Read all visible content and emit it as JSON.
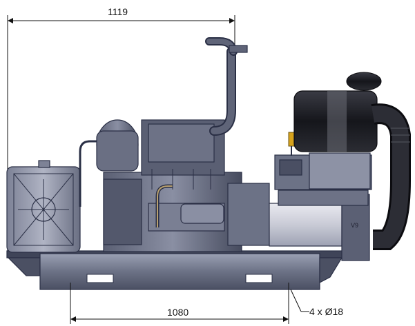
{
  "drawing": {
    "dimensions": {
      "overall_length": "1119",
      "mounting_spacing": "1080",
      "mounting_holes": "4 x Ø18"
    },
    "colors": {
      "frame": "#6c7286",
      "frame_dark": "#3f4458",
      "engine": "#4a4f63",
      "air_intake": "#1e1f25",
      "outline": "#2a2f45",
      "accent_yellow": "#d6a21c",
      "dimension_line": "#111111"
    }
  }
}
